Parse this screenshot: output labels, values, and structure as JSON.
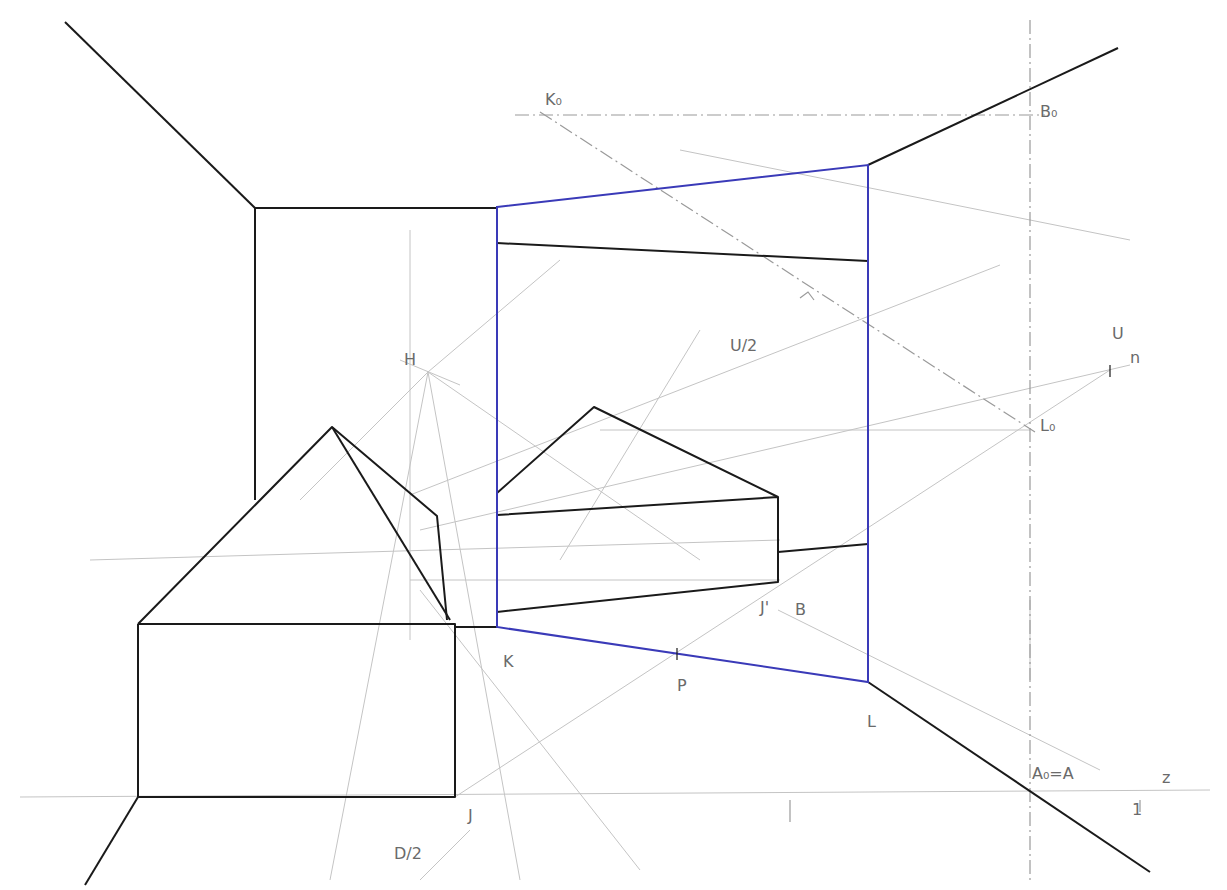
{
  "diagram": {
    "labels": [
      "K₀",
      "B₀",
      "H",
      "U/2",
      "U",
      "n",
      "L₀",
      "J'",
      "B",
      "K",
      "P",
      "L",
      "A₀=A",
      "z",
      "1",
      "J",
      "D/2"
    ]
  }
}
